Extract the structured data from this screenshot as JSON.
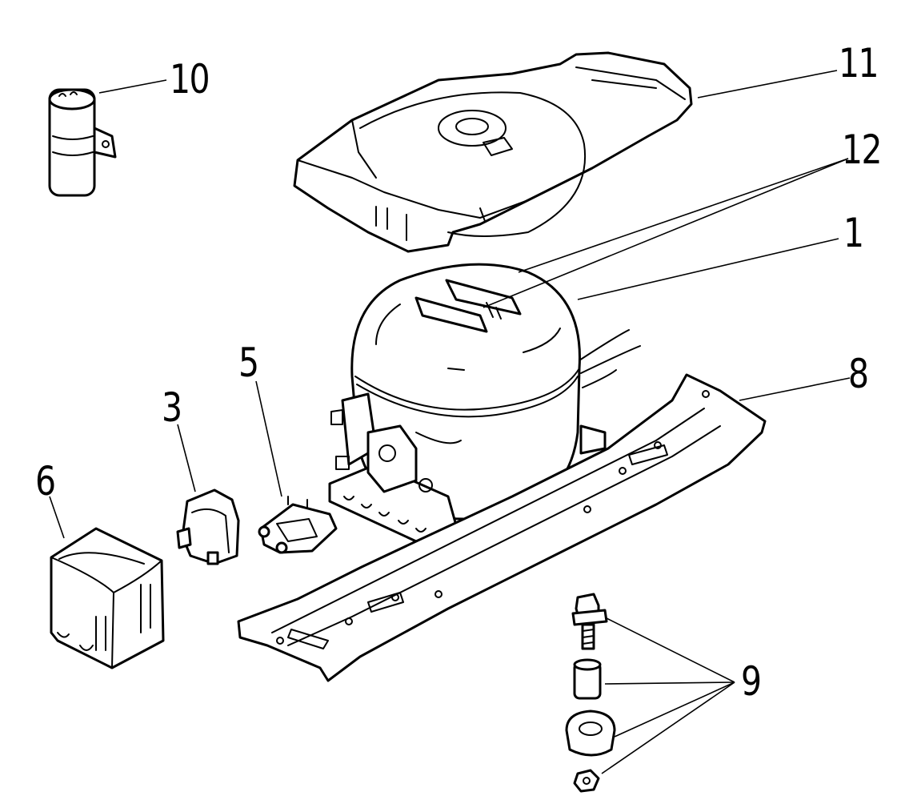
{
  "callouts": {
    "c1": "1",
    "c3": "3",
    "c5": "5",
    "c6": "6",
    "c8": "8",
    "c9": "9",
    "c10": "10",
    "c11": "11",
    "c12": "12"
  }
}
